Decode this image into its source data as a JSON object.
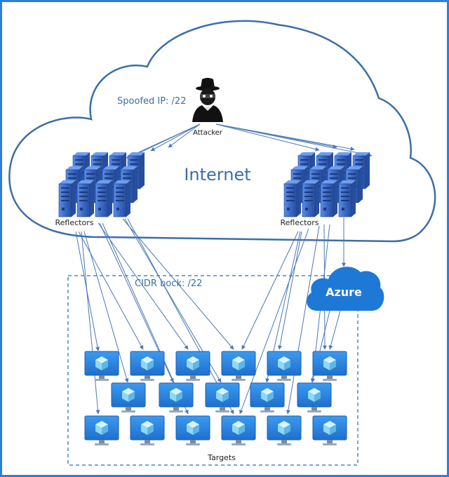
{
  "labels": {
    "spoofed_ip": "Spoofed IP: /22",
    "attacker": "Attacker",
    "internet": "Internet",
    "reflectors_left": "Reflectors",
    "reflectors_right": "Reflectors",
    "cidr_block": "CIDR bock: /22",
    "azure": "Azure",
    "targets": "Targets"
  },
  "colors": {
    "frame": "#2f7fd6",
    "cloud_stroke": "#3b6ea8",
    "arrow": "#4a78b8",
    "server": "#3d6fd0",
    "monitor": "#2f86e0",
    "azure_cloud": "#1e78d6",
    "dashed_box": "#4a88c8"
  },
  "icons": {
    "attacker": "hooded-attacker-icon",
    "server": "server-rack-icon",
    "target": "monitor-cube-icon",
    "azure": "azure-cloud-icon"
  }
}
